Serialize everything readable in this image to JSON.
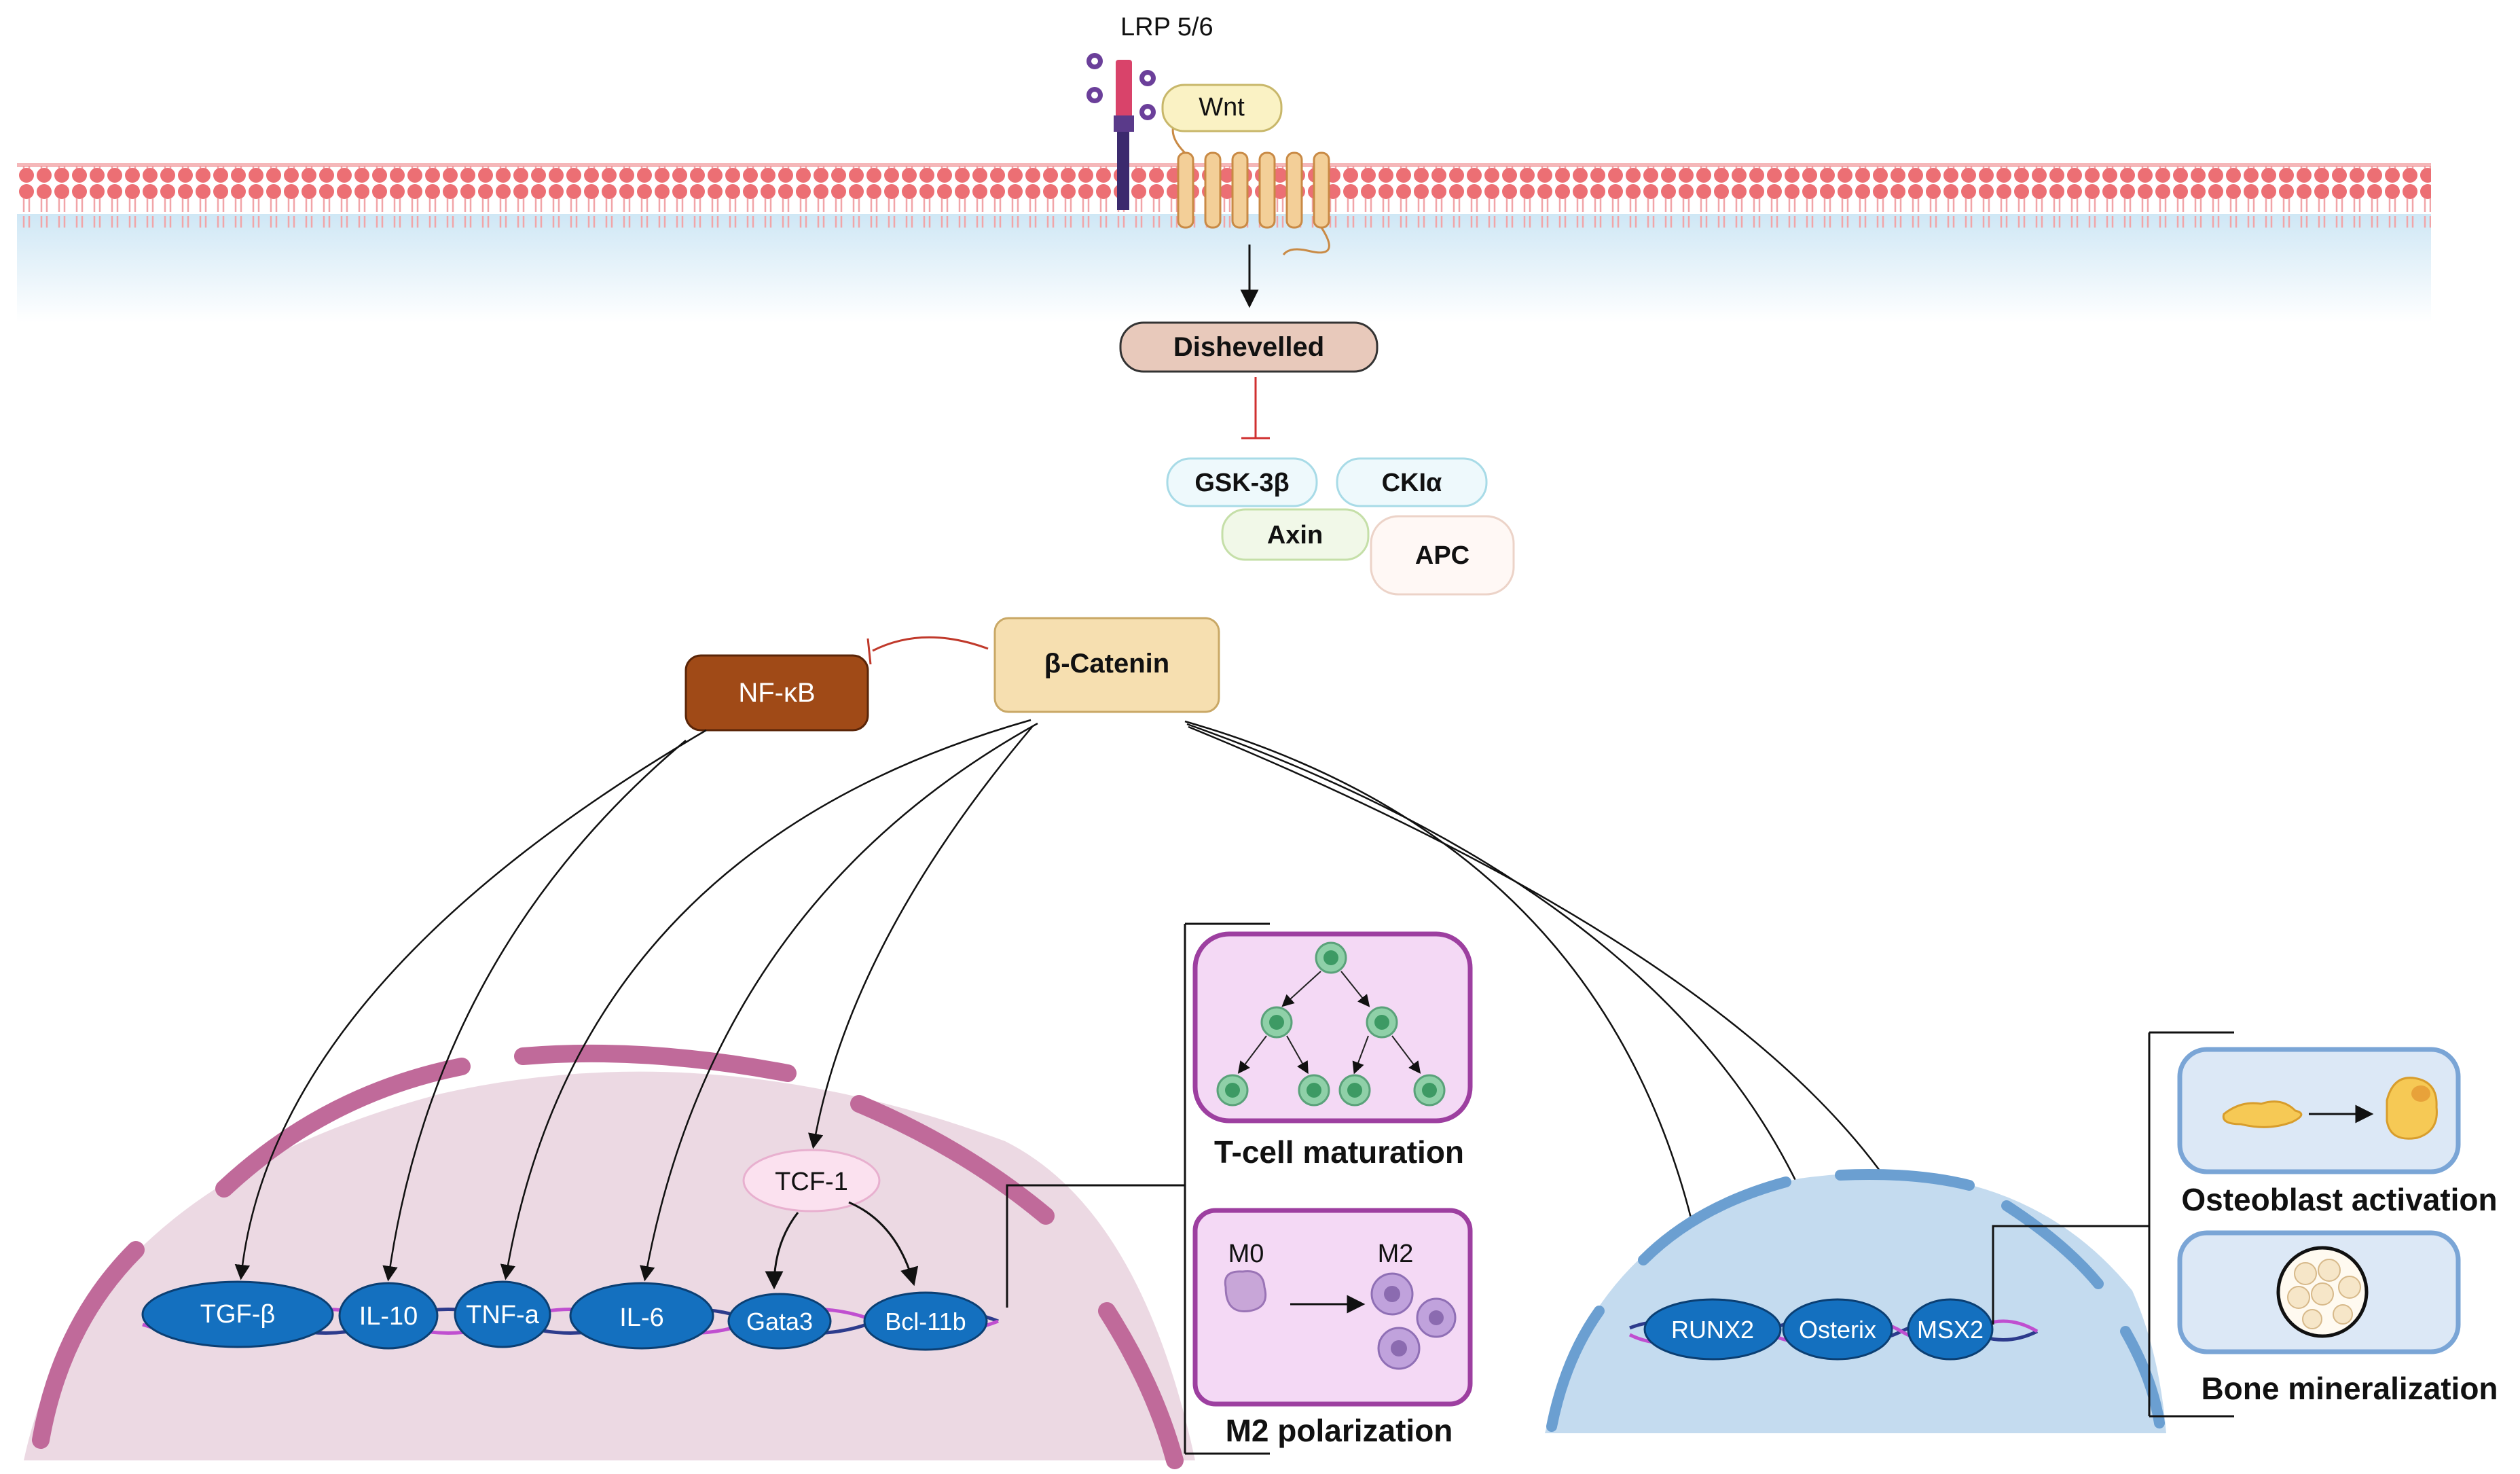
{
  "receptor": {
    "lrp": "LRP 5/6",
    "ligand": "Wnt"
  },
  "cytoplasm": {
    "dishevelled": "Dishevelled",
    "destruction_complex": {
      "gsk": "GSK-3β",
      "ck": "CKIα",
      "axin": "Axin",
      "apc": "APC"
    }
  },
  "regulators": {
    "beta_catenin": "β-Catenin",
    "nfkb": "NF-κB"
  },
  "tcell_nucleus": {
    "genes": [
      "TGF-β",
      "IL-10",
      "TNF-a",
      "IL-6",
      "Gata3",
      "Bcl-11b"
    ],
    "tcf": "TCF-1"
  },
  "osteo_nucleus": {
    "genes": [
      "RUNX2",
      "Osterix",
      "MSX2"
    ]
  },
  "outcomes": {
    "tcell_maturation": "T-cell maturation",
    "m2_polarization": "M2 polarization",
    "m0": "M0",
    "m2": "M2",
    "osteoblast_activation": "Osteoblast activation",
    "bone_mineralization": "Bone mineralization"
  },
  "colors": {
    "membrane": "#e46a6f",
    "cytoplasm": "#e6f3fb",
    "nfkb": "#a04a17",
    "beta_catenin": "#f6dfb0",
    "gene_blue": "#1470bf",
    "tcell_nucleus": "#ecd9e3",
    "nucleus_rim": "#c06a9a",
    "osteo_nucleus": "#c4dbef",
    "osteo_rim": "#6b9fd1",
    "inhibit": "#c0392b",
    "panel_purple": "#9d3fa0",
    "panel_blue": "#7aa5d6"
  }
}
